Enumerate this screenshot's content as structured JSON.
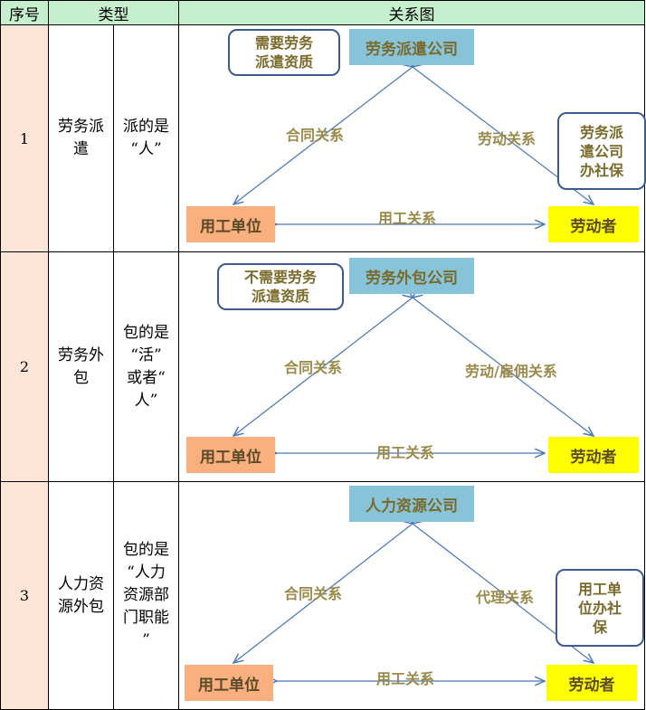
{
  "headers": {
    "seq": "序号",
    "type": "类型",
    "diagram": "关系图"
  },
  "rows": [
    {
      "seq": "1",
      "type": "劳务派\n遣",
      "desc": "派的是\n“人”",
      "company": "劳务派遣公司",
      "employer": "用工单位",
      "worker": "劳动者",
      "rel_left": "合同关系",
      "rel_right": "劳动关系",
      "rel_bottom": "用工关系",
      "note_company": "需要劳务\n派遣资质",
      "note_worker": "劳务派\n遣公司\n办社保"
    },
    {
      "seq": "2",
      "type": "劳务外\n包",
      "desc": "包的是\n“活”\n或者“\n人”",
      "company": "劳务外包公司",
      "employer": "用工单位",
      "worker": "劳动者",
      "rel_left": "合同关系",
      "rel_right": "劳动/雇佣关系",
      "rel_bottom": "用工关系",
      "note_company": "不需要劳务\n派遣资质"
    },
    {
      "seq": "3",
      "type": "人力资\n源外包",
      "desc": "包的是\n“人力\n资源部\n门职能\n”",
      "company": "人力资源公司",
      "employer": "用工单位",
      "worker": "劳动者",
      "rel_left": "合同关系",
      "rel_right": "代理关系",
      "rel_bottom": "用工关系",
      "note_worker": "用工单\n位办社\n保"
    }
  ]
}
